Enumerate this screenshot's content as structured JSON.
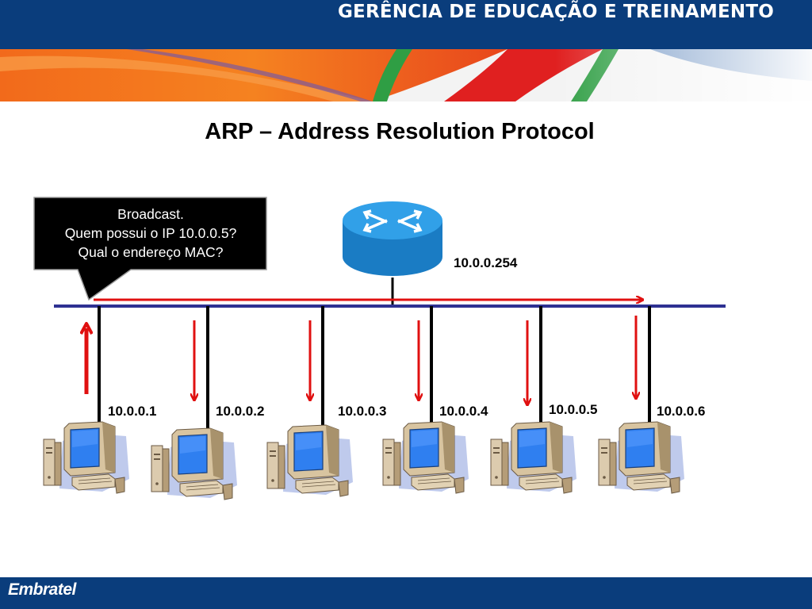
{
  "header": {
    "title": "GERÊNCIA DE EDUCAÇÃO E TREINAMENTO"
  },
  "slide": {
    "title": "ARP – Address Resolution Protocol"
  },
  "callout": {
    "lines": [
      "Broadcast.",
      "Quem possui o IP 10.0.0.5?",
      "Qual o endereço MAC?"
    ]
  },
  "router": {
    "ip": "10.0.0.254",
    "icon": "router-icon"
  },
  "hosts": [
    {
      "ip": "10.0.0.1"
    },
    {
      "ip": "10.0.0.2"
    },
    {
      "ip": "10.0.0.3"
    },
    {
      "ip": "10.0.0.4"
    },
    {
      "ip": "10.0.0.5"
    },
    {
      "ip": "10.0.0.6"
    }
  ],
  "footer": {
    "logo": "Embratel"
  },
  "colors": {
    "header": "#0a3d7c",
    "arrow": "#e01010",
    "bus": "#2e3192",
    "screen": "#2f7ff0",
    "router": "#1e8fd6"
  }
}
